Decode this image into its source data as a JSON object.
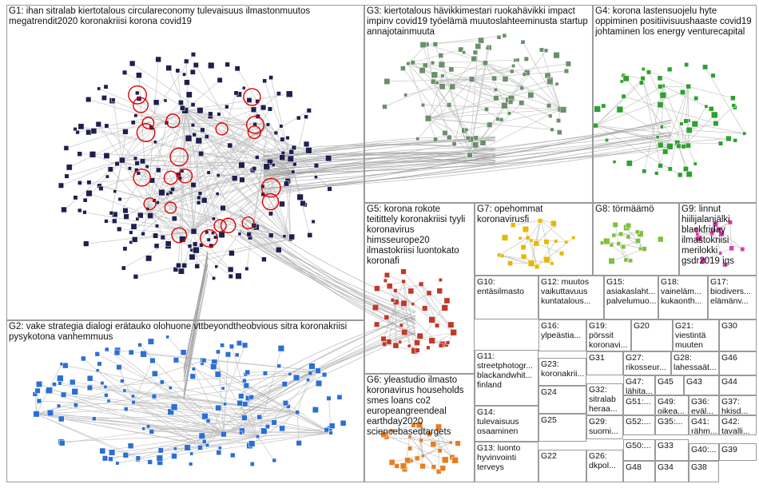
{
  "groups": [
    {
      "id": "g1",
      "text": "G1: ihan sitralab kiertotalous circulareconomy tulevaisuus ilmastonmuutos megatrendit2020 koronakriisi korona covid19",
      "color": "#1f1f4f"
    },
    {
      "id": "g2",
      "text": "G2: vake strategia dialogi erätauko olohuone vttbeyondtheobvious sitra koronakriisi pysykotona vanhemmuus",
      "color": "#2b6fd6"
    },
    {
      "id": "g3",
      "text": "G3: kiertotalous hävikkimestari ruokahävikki impact impinv covid19 työelämä muutoslahteeminusta startup annajotainmuuta",
      "color": "#6a8f6a"
    },
    {
      "id": "g4",
      "text": "G4: korona lastensuojelu hyte oppiminen positiivisuushaaste covid19 johtaminen los energy venturecapital",
      "color": "#2fa02f"
    },
    {
      "id": "g5",
      "text": "G5: korona rokote teitittely koronakriisi tyyli koronavirus himsseurope20 ilmastokriisi luontokato koronafi",
      "color": "#c0392b"
    },
    {
      "id": "g6",
      "text": "G6: yleastudio ilmasto koronavirus households smes loans co2 europeangreendeal earthday2020 sciencebasedtargets",
      "color": "#e67e22"
    },
    {
      "id": "g7",
      "text": "G7: opehommat koronavirusfi",
      "color": "#e6b800"
    },
    {
      "id": "g8",
      "text": "G8: törmäämö",
      "color": "#7fbf3f"
    },
    {
      "id": "g9",
      "text": "G9: linnut hiilijalanjälki blackfriday ilmastokriisi merilokki gsdr2019 igs",
      "color": "#d63fa8"
    },
    {
      "id": "g10",
      "text": "G10: entäsilmasto",
      "color": "#555577"
    },
    {
      "id": "g12",
      "text": "G12: muutos vaikuttavuus kuntatalous...",
      "color": "#9b59b6"
    },
    {
      "id": "g15",
      "text": "G15: asiakaslaht... palvelumuo...",
      "color": "#3f9fbf"
    },
    {
      "id": "g18",
      "text": "G18: vaineläm... kukaonth...",
      "color": "#b8860b"
    },
    {
      "id": "g17",
      "text": "G17: biodivers... elämänv...",
      "color": "#bf3f3f"
    },
    {
      "id": "g16",
      "text": "G16: ylpeästia...",
      "color": "#3f7fbf"
    },
    {
      "id": "g19",
      "text": "G19: pörssit koronavi...",
      "color": "#bfbf3f"
    },
    {
      "id": "g20",
      "text": "G20",
      "color": "#3fbf7f"
    },
    {
      "id": "g21",
      "text": "G21: viestintä muuten",
      "color": "#bf3f7f"
    },
    {
      "id": "g30",
      "text": "G30",
      "color": "#7f3fbf"
    },
    {
      "id": "g11",
      "text": "G11: streetphotogr... blackandwhit... finland",
      "color": "#333333"
    },
    {
      "id": "g23",
      "text": "G23: koronakrii...",
      "color": "#3f3fbf"
    },
    {
      "id": "g31",
      "text": "G31",
      "color": "#bfbf3f"
    },
    {
      "id": "g27",
      "text": "G27: rikosseur...",
      "color": "#bf7f3f"
    },
    {
      "id": "g28",
      "text": "G28: lahessaät...",
      "color": "#3fbfbf"
    },
    {
      "id": "g46",
      "text": "G46",
      "color": "#3f7f3f"
    },
    {
      "id": "g47",
      "text": "G47: lähita...",
      "color": "#bf3fbf"
    },
    {
      "id": "g45",
      "text": "G45",
      "color": "#7f7f3f"
    },
    {
      "id": "g43",
      "text": "G43",
      "color": "#bfbf3f"
    },
    {
      "id": "g44",
      "text": "G44",
      "color": "#3fbf3f"
    },
    {
      "id": "g24",
      "text": "G24",
      "color": "#3f7fbf"
    },
    {
      "id": "g32",
      "text": "G32: sitralab heraa...",
      "color": "#bf7f3f"
    },
    {
      "id": "g51",
      "text": "G51:...",
      "color": "#7f3f3f"
    },
    {
      "id": "g49",
      "text": "G49: oikea...",
      "color": "#bf3f3f"
    },
    {
      "id": "g36",
      "text": "G36: eväl...",
      "color": "#3f3f7f"
    },
    {
      "id": "g37",
      "text": "G37: hkisd...",
      "color": "#3f3fbf"
    },
    {
      "id": "g14",
      "text": "G14: tulevaisuus osaaminen",
      "color": "#3f3f7f"
    },
    {
      "id": "g25",
      "text": "G25",
      "color": "#3f7f7f"
    },
    {
      "id": "g29",
      "text": "G29: suomi...",
      "color": "#bf7f7f"
    },
    {
      "id": "g52",
      "text": "G52:...",
      "color": "#7f7f7f"
    },
    {
      "id": "g35",
      "text": "G35:...",
      "color": "#3f7fbf"
    },
    {
      "id": "g41",
      "text": "G41: rähm...",
      "color": "#bf3f3f"
    },
    {
      "id": "g42",
      "text": "G42: tavalli...",
      "color": "#7f3fbf"
    },
    {
      "id": "g13",
      "text": "G13: luonto hyvinvointi terveys",
      "color": "#3fbf3f"
    },
    {
      "id": "g22",
      "text": "G22",
      "color": "#7f3f7f"
    },
    {
      "id": "g26",
      "text": "G26: dkpol...",
      "color": "#3f3fbf"
    },
    {
      "id": "g50",
      "text": "G50:...",
      "color": "#3f7f3f"
    },
    {
      "id": "g33",
      "text": "G33",
      "color": "#bf3f3f"
    },
    {
      "id": "g40",
      "text": "G40:...",
      "color": "#3fbf7f"
    },
    {
      "id": "g39",
      "text": "G39",
      "color": "#7fbf3f"
    },
    {
      "id": "g48",
      "text": "G48",
      "color": "#bf7f3f"
    },
    {
      "id": "g34",
      "text": "G34",
      "color": "#3f7fbf"
    },
    {
      "id": "g38",
      "text": "G38",
      "color": "#7f3f3f"
    }
  ]
}
